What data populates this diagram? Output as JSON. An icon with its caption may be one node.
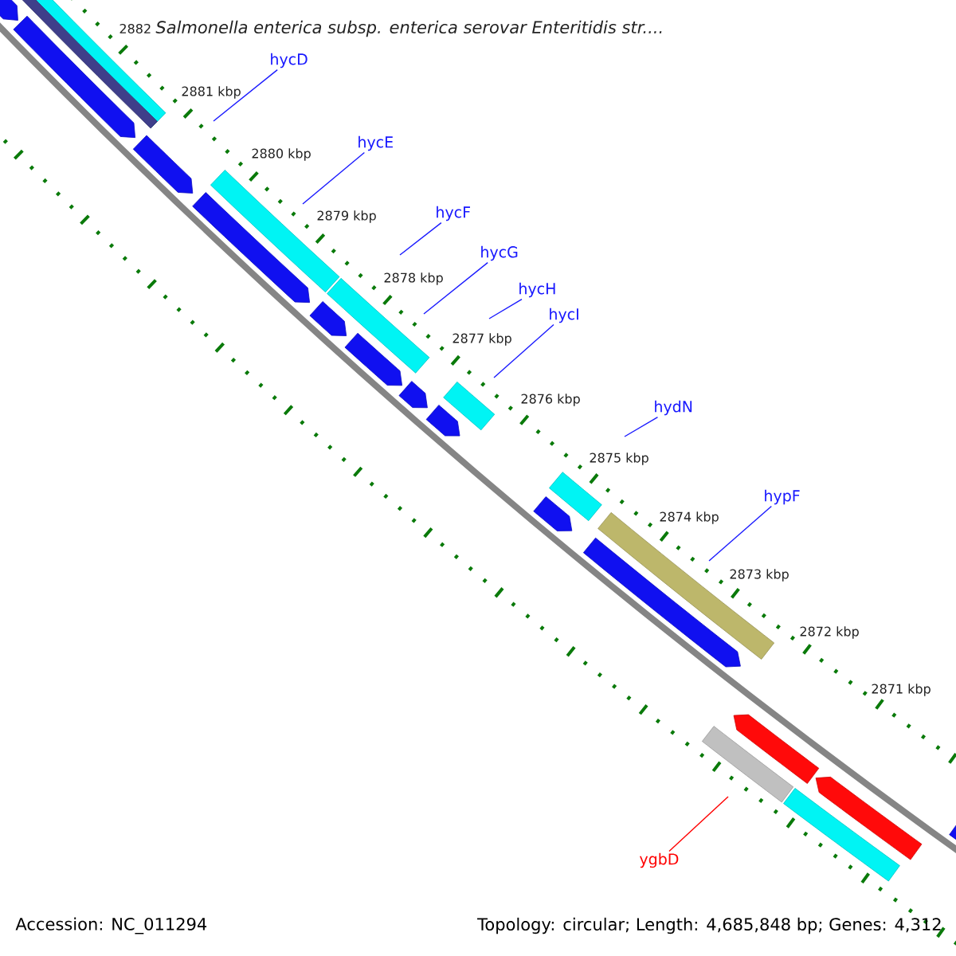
{
  "diagram": {
    "title": "Salmonella enterica subsp. enterica serovar Enteritidis str....",
    "nodes": [
      {
        "text": [
          "hycD"
        ]
      },
      {
        "text": [
          "hycE"
        ]
      },
      {
        "text": [
          "hycF"
        ]
      },
      {
        "text": [
          "hycG"
        ]
      },
      {
        "text": [
          "hycH"
        ]
      },
      {
        "text": [
          "hycI"
        ]
      },
      {
        "text": [
          "hydN"
        ]
      },
      {
        "text": [
          "hypF"
        ]
      },
      {
        "text": [
          "ygbD"
        ]
      }
    ],
    "edges": [
      {
        "from": 0,
        "to": null,
        "arrow": "none"
      },
      {
        "from": 1,
        "to": null,
        "arrow": "none"
      },
      {
        "from": 2,
        "to": null,
        "arrow": "none"
      },
      {
        "from": 3,
        "to": null,
        "arrow": "none"
      },
      {
        "from": 4,
        "to": null,
        "arrow": "none"
      },
      {
        "from": 5,
        "to": null,
        "arrow": "none"
      },
      {
        "from": 6,
        "to": null,
        "arrow": "none"
      },
      {
        "from": 7,
        "to": null,
        "arrow": "none"
      },
      {
        "from": 8,
        "to": null,
        "arrow": "none",
        "color": "#ff0000"
      }
    ],
    "labels": [
      "2882",
      "2881 kbp",
      "2880 kbp",
      "2879 kbp",
      "2878 kbp",
      "2877 kbp",
      "2876 kbp",
      "2875 kbp",
      "2874 kbp",
      "2873 kbp",
      "2872 kbp",
      "2871 kbp",
      "Accession: NC_011294",
      "Topology: circular; Length: 4,685,848 bp; Genes: 4,312"
    ]
  }
}
